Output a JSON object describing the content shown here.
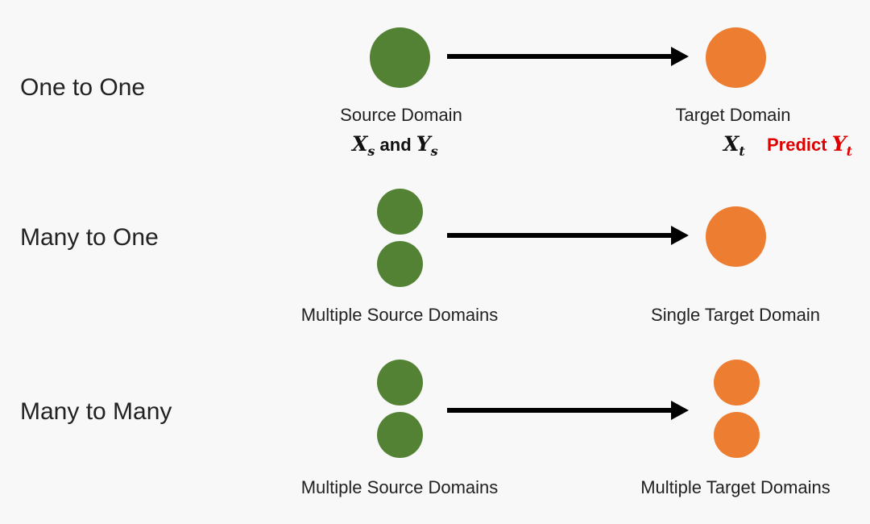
{
  "colors": {
    "source": "#548235",
    "target": "#ed7d31",
    "predict": "#e00000",
    "arrow": "#000000"
  },
  "rows": [
    {
      "label": "One to One",
      "source_caption": "Source Domain",
      "target_caption": "Target Domain",
      "source_math": {
        "x": "X",
        "x_sub": "s",
        "and": "and",
        "y": "Y",
        "y_sub": "s"
      },
      "target_math": {
        "x": "X",
        "x_sub": "t",
        "predict": "Predict",
        "y": "Y",
        "y_sub": "t"
      }
    },
    {
      "label": "Many to One",
      "source_caption": "Multiple Source Domains",
      "target_caption": "Single Target Domain"
    },
    {
      "label": "Many to Many",
      "source_caption": "Multiple Source Domains",
      "target_caption": "Multiple Target Domains"
    }
  ]
}
